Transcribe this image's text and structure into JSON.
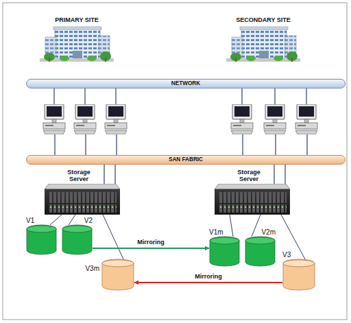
{
  "diagram": {
    "nodes": [
      {
        "text": [
          "PRIMARY SITE"
        ]
      },
      {
        "text": [
          "SECONDARY SITE"
        ]
      },
      {
        "text": [
          "NETWORK"
        ]
      },
      {
        "text": [
          "SAN FABRIC"
        ]
      },
      {
        "text": [
          "Storage Server"
        ]
      },
      {
        "text": [
          "Storage Server"
        ]
      },
      {
        "text": [
          "V1"
        ]
      },
      {
        "text": [
          "V2"
        ]
      },
      {
        "text": [
          "V1m"
        ]
      },
      {
        "text": [
          "V2m"
        ]
      },
      {
        "text": [
          "V3m"
        ]
      },
      {
        "text": [
          "V3"
        ]
      }
    ],
    "edges": [
      {
        "from": 3,
        "to": 4,
        "arrow": "none"
      },
      {
        "from": 3,
        "to": 4,
        "arrow": "none"
      },
      {
        "from": 3,
        "to": 5,
        "arrow": "none"
      },
      {
        "from": 3,
        "to": 5,
        "arrow": "none"
      },
      {
        "from": 4,
        "to": 6,
        "arrow": "none"
      },
      {
        "from": 4,
        "to": 7,
        "arrow": "none"
      },
      {
        "from": 4,
        "to": 10,
        "arrow": "none"
      },
      {
        "from": 5,
        "to": 8,
        "arrow": "none"
      },
      {
        "from": 5,
        "to": 9,
        "arrow": "none"
      },
      {
        "from": 5,
        "to": 11,
        "arrow": "none"
      },
      {
        "from": 7,
        "to": 8,
        "label": "Mirroring",
        "arrow": "to"
      },
      {
        "from": 11,
        "to": 10,
        "label": "Mirroring",
        "arrow": "to"
      }
    ]
  }
}
